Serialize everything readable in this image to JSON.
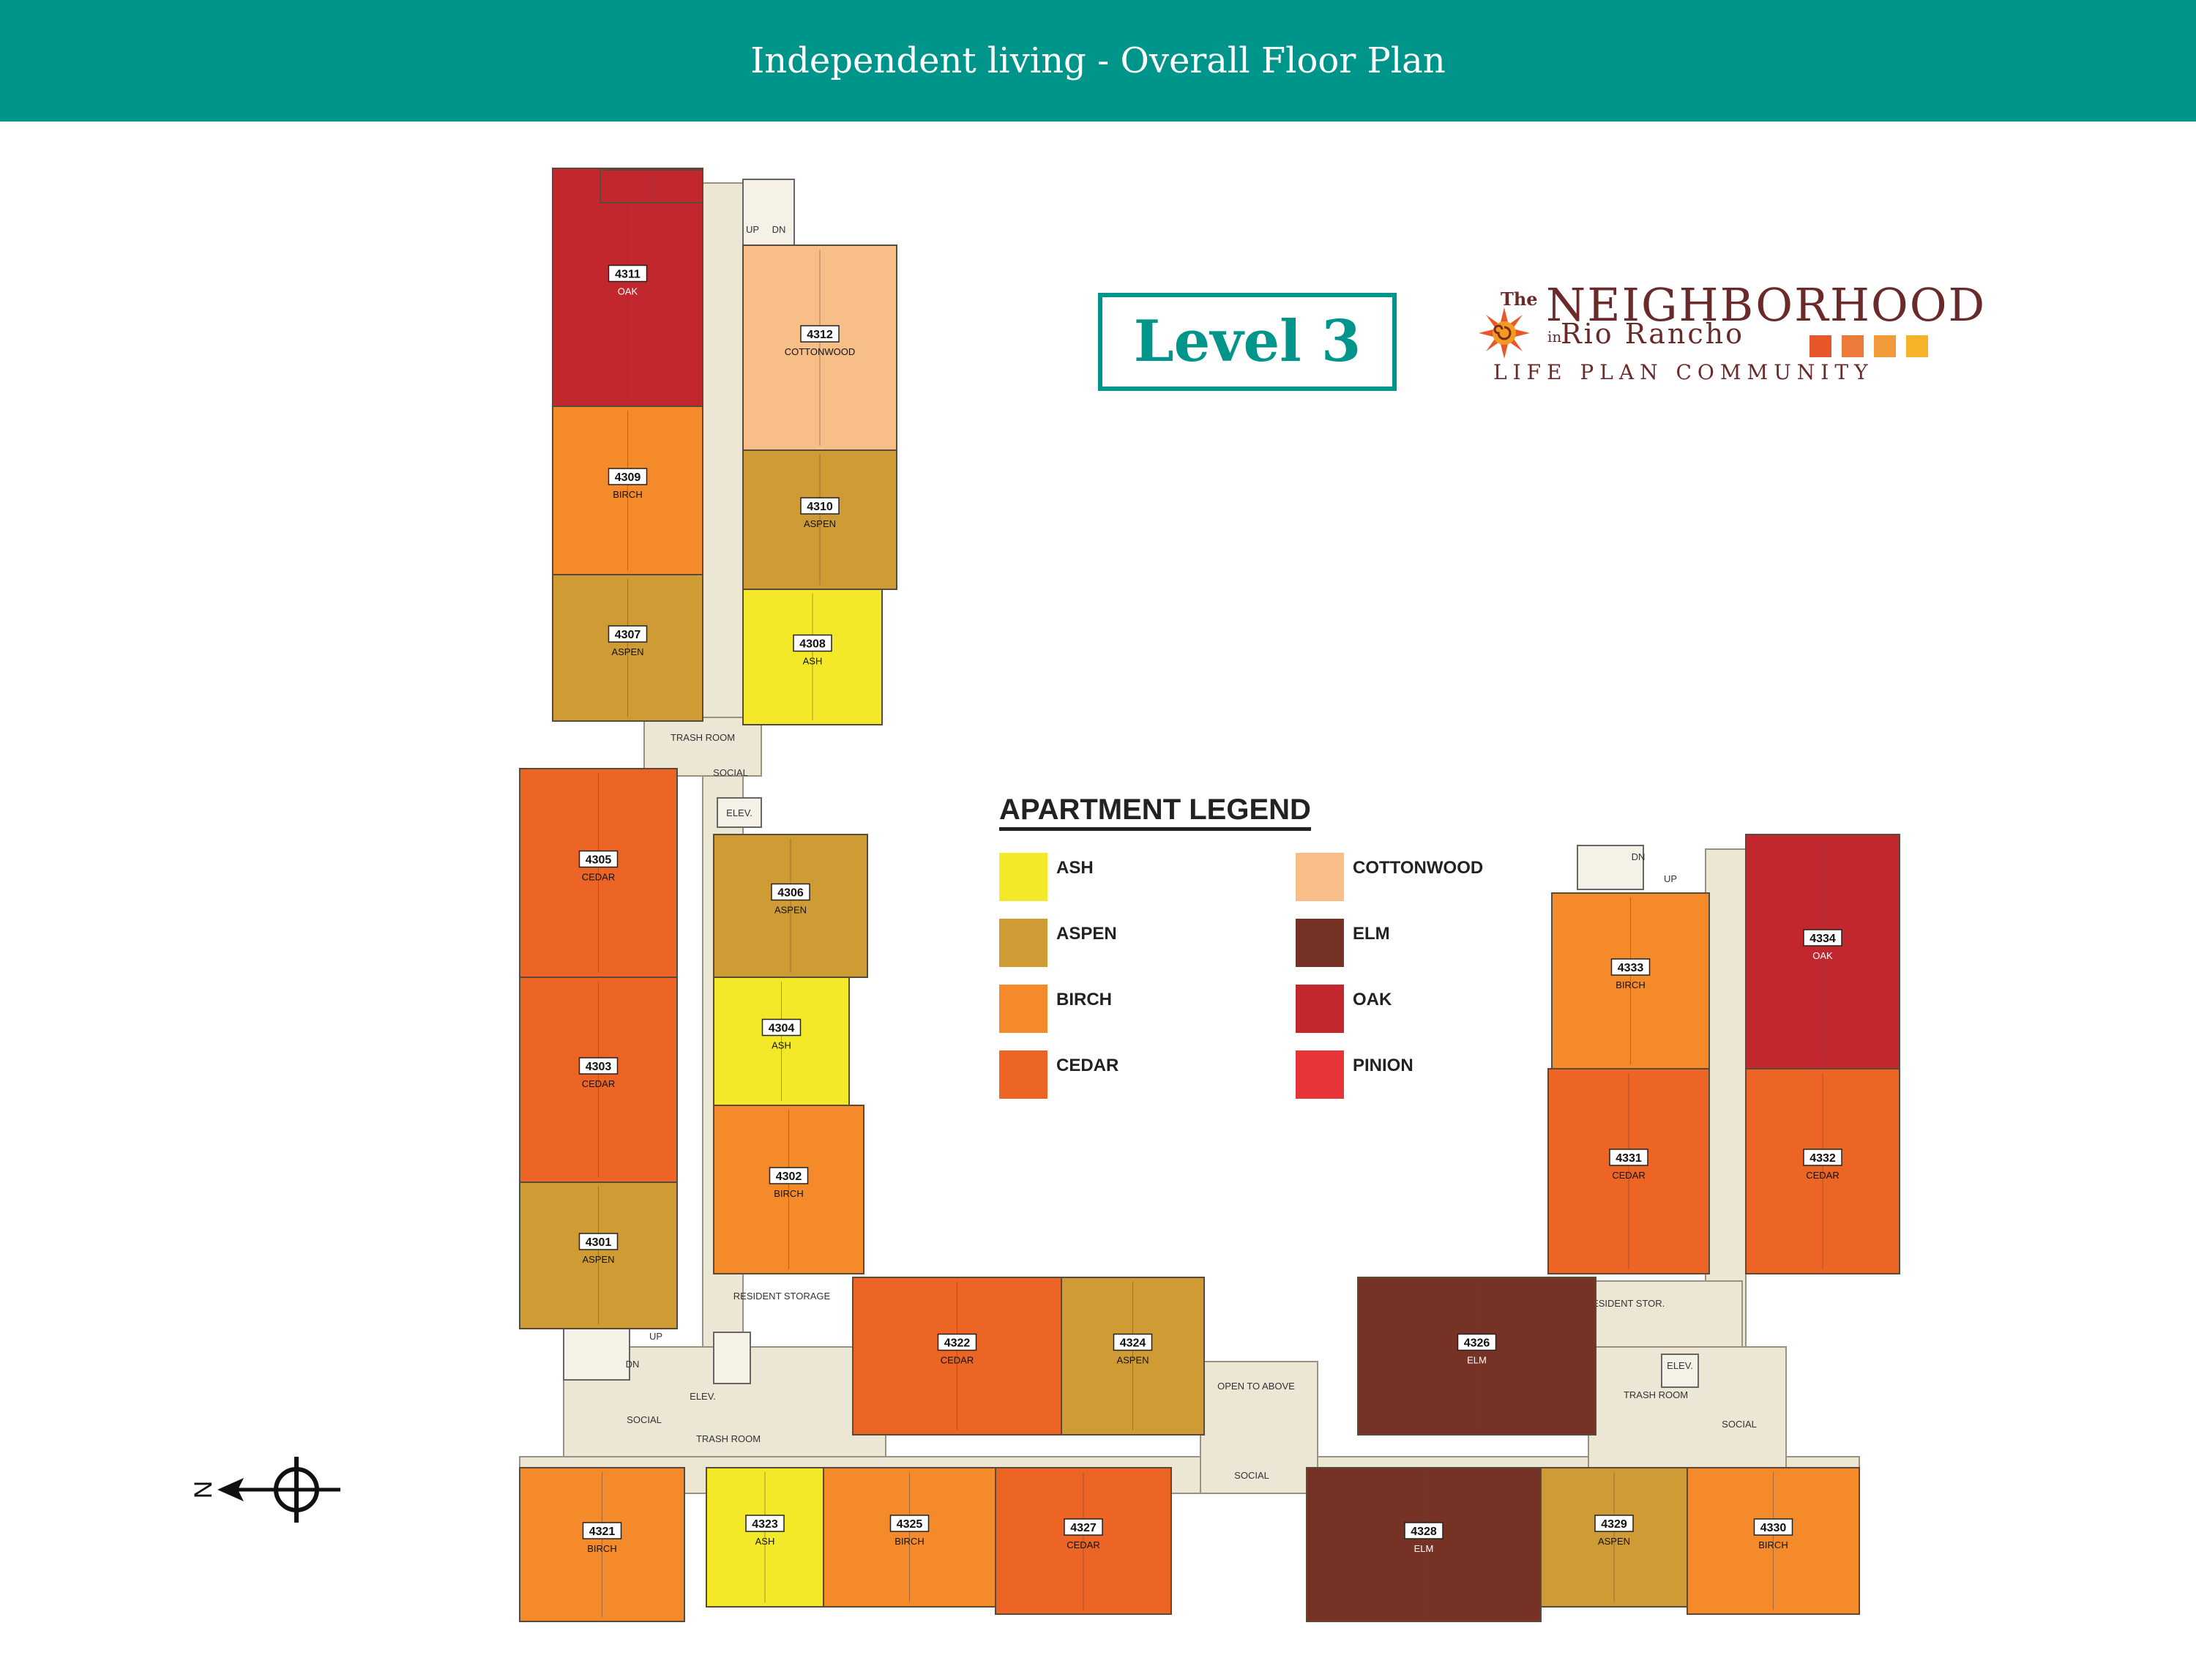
{
  "header": {
    "title": "Independent living - Overall Floor Plan"
  },
  "level": {
    "label": "Level 3"
  },
  "logo": {
    "the": "The",
    "name": "NEIGHBORHOOD",
    "in": "in",
    "place": "Rio Rancho",
    "tagline": "LIFE PLAN COMMUNITY"
  },
  "legend": {
    "title": "APARTMENT LEGEND",
    "items": [
      {
        "label": "ASH",
        "color": "#f3e928"
      },
      {
        "label": "ASPEN",
        "color": "#cf9b35"
      },
      {
        "label": "BIRCH",
        "color": "#f48a2a"
      },
      {
        "label": "CEDAR",
        "color": "#ec6525"
      },
      {
        "label": "COTTONWOOD",
        "color": "#f7be88"
      },
      {
        "label": "ELM",
        "color": "#773226"
      },
      {
        "label": "OAK",
        "color": "#c2272d"
      },
      {
        "label": "PINION",
        "color": "#e83338"
      }
    ]
  },
  "units": [
    {
      "number": "4311",
      "type": "OAK"
    },
    {
      "number": "4312",
      "type": "COTTONWOOD"
    },
    {
      "number": "4309",
      "type": "BIRCH"
    },
    {
      "number": "4310",
      "type": "ASPEN"
    },
    {
      "number": "4307",
      "type": "ASPEN"
    },
    {
      "number": "4308",
      "type": "ASH"
    },
    {
      "number": "4305",
      "type": "CEDAR"
    },
    {
      "number": "4306",
      "type": "ASPEN"
    },
    {
      "number": "4303",
      "type": "CEDAR"
    },
    {
      "number": "4304",
      "type": "ASH"
    },
    {
      "number": "4301",
      "type": "ASPEN"
    },
    {
      "number": "4302",
      "type": "BIRCH"
    },
    {
      "number": "4322",
      "type": "CEDAR"
    },
    {
      "number": "4324",
      "type": "ASPEN"
    },
    {
      "number": "4326",
      "type": "ELM"
    },
    {
      "number": "4321",
      "type": "BIRCH"
    },
    {
      "number": "4323",
      "type": "ASH"
    },
    {
      "number": "4325",
      "type": "BIRCH"
    },
    {
      "number": "4327",
      "type": "CEDAR"
    },
    {
      "number": "4328",
      "type": "ELM"
    },
    {
      "number": "4329",
      "type": "ASPEN"
    },
    {
      "number": "4330",
      "type": "BIRCH"
    },
    {
      "number": "4333",
      "type": "BIRCH"
    },
    {
      "number": "4334",
      "type": "OAK"
    },
    {
      "number": "4331",
      "type": "CEDAR"
    },
    {
      "number": "4332",
      "type": "CEDAR"
    }
  ],
  "rooms": {
    "trash_room_1": "TRASH ROOM",
    "social_1": "SOCIAL",
    "elev_1": "ELEV.",
    "up_1": "UP",
    "dn_1": "DN",
    "resident_storage": "RESIDENT STORAGE",
    "up_2": "UP",
    "dn_2": "DN",
    "elev_2": "ELEV.",
    "social_2": "SOCIAL",
    "trash_room_2": "TRASH ROOM",
    "open_to_above": "OPEN TO ABOVE",
    "social_3": "SOCIAL",
    "dn_3": "DN",
    "up_3": "UP",
    "resident_stor": "RESIDENT STOR.",
    "elev_3": "ELEV.",
    "trash_room_3": "TRASH ROOM",
    "social_4": "SOCIAL"
  },
  "compass": {
    "label": "N"
  }
}
